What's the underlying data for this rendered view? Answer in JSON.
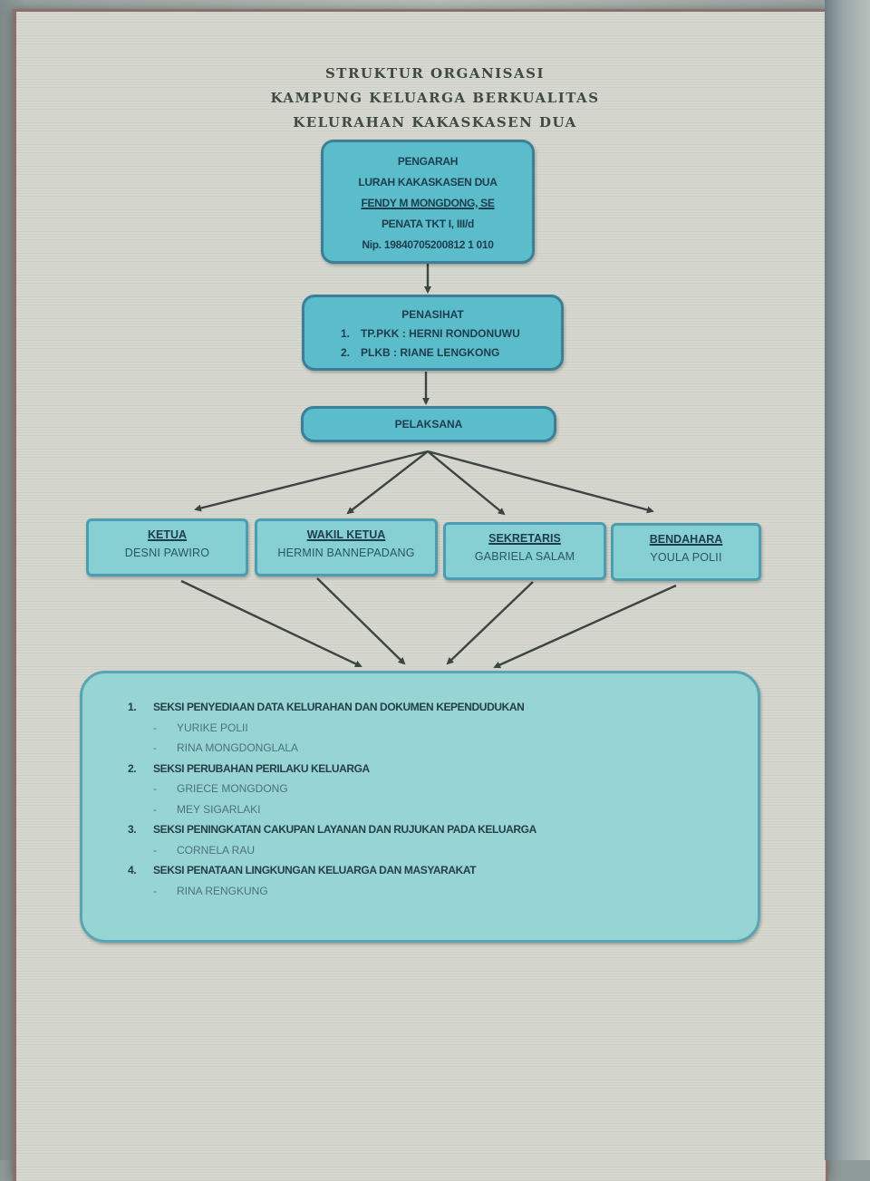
{
  "document": {
    "title_lines": [
      "STRUKTUR ORGANISASI",
      "KAMPUNG KELUARGA BERKUALITAS",
      "KELURAHAN KAKASKASEN DUA"
    ]
  },
  "pengarah": {
    "heading": "PENGARAH",
    "position": "LURAH KAKASKASEN DUA",
    "name": "FENDY M MONGDONG, SE",
    "rank": "PENATA TKT I, III/d",
    "nip": "Nip. 19840705200812 1 010"
  },
  "penasihat": {
    "heading": "PENASIHAT",
    "items": [
      {
        "num": "1.",
        "text": "TP.PKK : HERNI RONDONUWU"
      },
      {
        "num": "2.",
        "text": "PLKB : RIANE LENGKONG"
      }
    ]
  },
  "pelaksana": {
    "heading": "PELAKSANA"
  },
  "roles": [
    {
      "title": "KETUA",
      "name": "DESNI PAWIRO"
    },
    {
      "title": "WAKIL KETUA",
      "name": "HERMIN BANNEPADANG"
    },
    {
      "title": "SEKRETARIS",
      "name": "GABRIELA SALAM"
    },
    {
      "title": "BENDAHARA",
      "name": "YOULA POLII"
    }
  ],
  "seksi": [
    {
      "num": "1.",
      "title": "SEKSI PENYEDIAAN DATA KELURAHAN DAN DOKUMEN KEPENDUDUKAN",
      "members": [
        "YURIKE POLII",
        "RINA MONGDONGLALA"
      ]
    },
    {
      "num": "2.",
      "title": "SEKSI PERUBAHAN PERILAKU KELUARGA",
      "members": [
        "GRIECE MONGDONG",
        "MEY SIGARLAKI"
      ]
    },
    {
      "num": "3.",
      "title": "SEKSI PENINGKATAN CAKUPAN LAYANAN DAN RUJUKAN PADA KELUARGA",
      "members": [
        "CORNELA RAU"
      ]
    },
    {
      "num": "4.",
      "title": "SEKSI PENATAAN LINGKUNGAN KELUARGA DAN MASYARAKAT",
      "members": [
        "RINA RENGKUNG"
      ]
    }
  ],
  "member_bullet": "-",
  "colors": {
    "box_fill": "#5bbccb",
    "box_border": "#3c7f96",
    "role_fill": "#86cfd2",
    "seksi_fill": "#96d5d3",
    "paper": "#d6d8cf",
    "text": "#1d3d4c"
  }
}
